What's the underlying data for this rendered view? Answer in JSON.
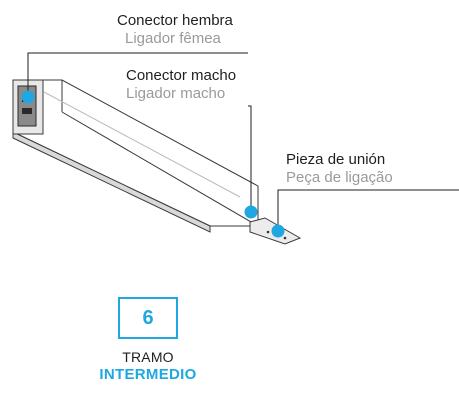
{
  "labels": {
    "female": {
      "es": "Conector hembra",
      "pt": "Ligador fêmea"
    },
    "male": {
      "es": "Conector macho",
      "pt": "Ligador macho"
    },
    "joint": {
      "es": "Pieza de unión",
      "pt": "Peça de ligação"
    }
  },
  "badge": {
    "number": "6"
  },
  "caption": {
    "line1": "TRAMO",
    "line2": "INTERMEDIO"
  },
  "colors": {
    "accent": "#1ea7e0",
    "line": "#1f1f1f",
    "muted": "#9a9a9a"
  }
}
